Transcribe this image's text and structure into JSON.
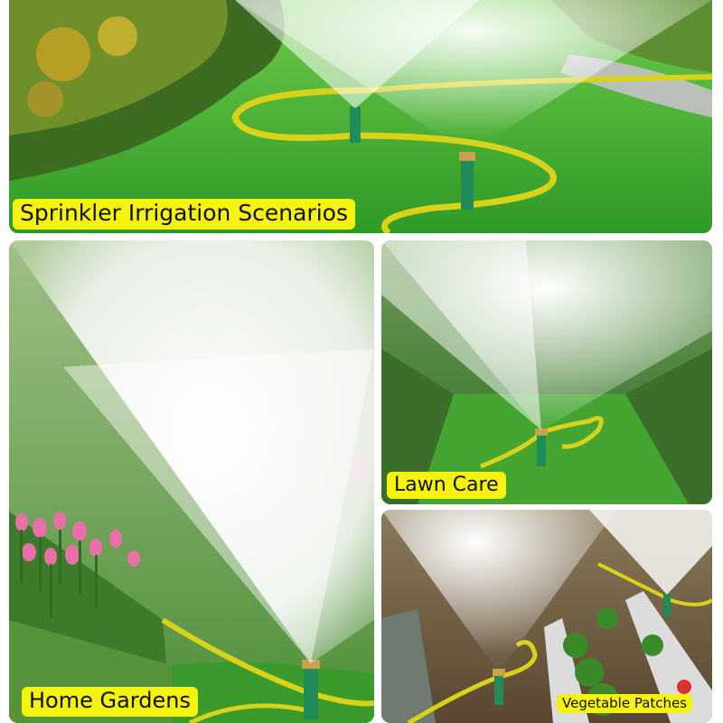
{
  "captions": {
    "top": "Sprinkler Irrigation Scenarios",
    "home_gardens": "Home Gardens",
    "lawn_care": "Lawn Care",
    "vegetable_patches": "Vegetable Patches"
  },
  "colors": {
    "caption_bg": "#f5f20e",
    "lawn_green": "#3fa32b",
    "hose_yellow": "#d9d21a",
    "sprinkler_green": "#1f8c5a",
    "mist_white": "#f4f6f4",
    "flower_pink": "#e86fa8"
  }
}
